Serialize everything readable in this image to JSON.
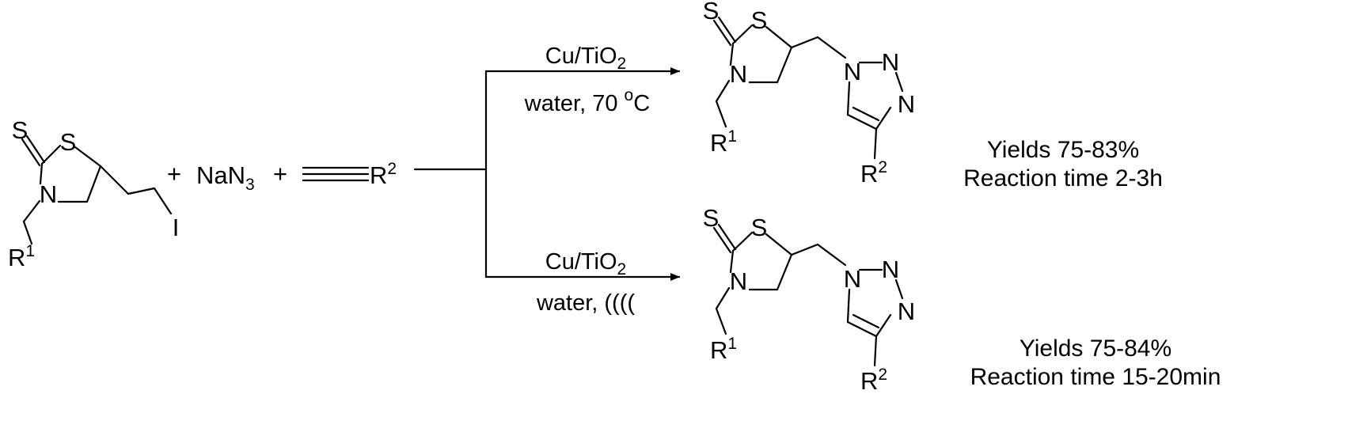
{
  "reactants": {
    "thione_S": "S",
    "ring_S": "S",
    "ring_N": "N",
    "R1": "R",
    "R1_sup": "1",
    "iodo": "I"
  },
  "operators": {
    "plus1": "+",
    "plus2": "+"
  },
  "azide": {
    "base": "NaN",
    "sub": "3"
  },
  "alkyne": {
    "R2": "R",
    "R2_sup": "2"
  },
  "conditions": {
    "top": {
      "catalyst_base": "Cu/TiO",
      "catalyst_sub": "2",
      "solvent_prefix": "water, 70 ",
      "temp_sup": "o",
      "temp_unit": "C"
    },
    "bottom": {
      "catalyst_base": "Cu/TiO",
      "catalyst_sub": "2",
      "solvent": "water, (((("
    }
  },
  "product": {
    "thione_S": "S",
    "ring_S": "S",
    "ring_N": "N",
    "R1": "R",
    "R1_sup": "1",
    "triazole_N1": "N",
    "triazole_N2": "N",
    "triazole_N3": "N",
    "R2": "R",
    "R2_sup": "2"
  },
  "results": {
    "top": {
      "yields": "Yields 75-83%",
      "time": "Reaction time 2-3h"
    },
    "bottom": {
      "yields": "Yields 75-84%",
      "time": "Reaction time 15-20min"
    }
  }
}
